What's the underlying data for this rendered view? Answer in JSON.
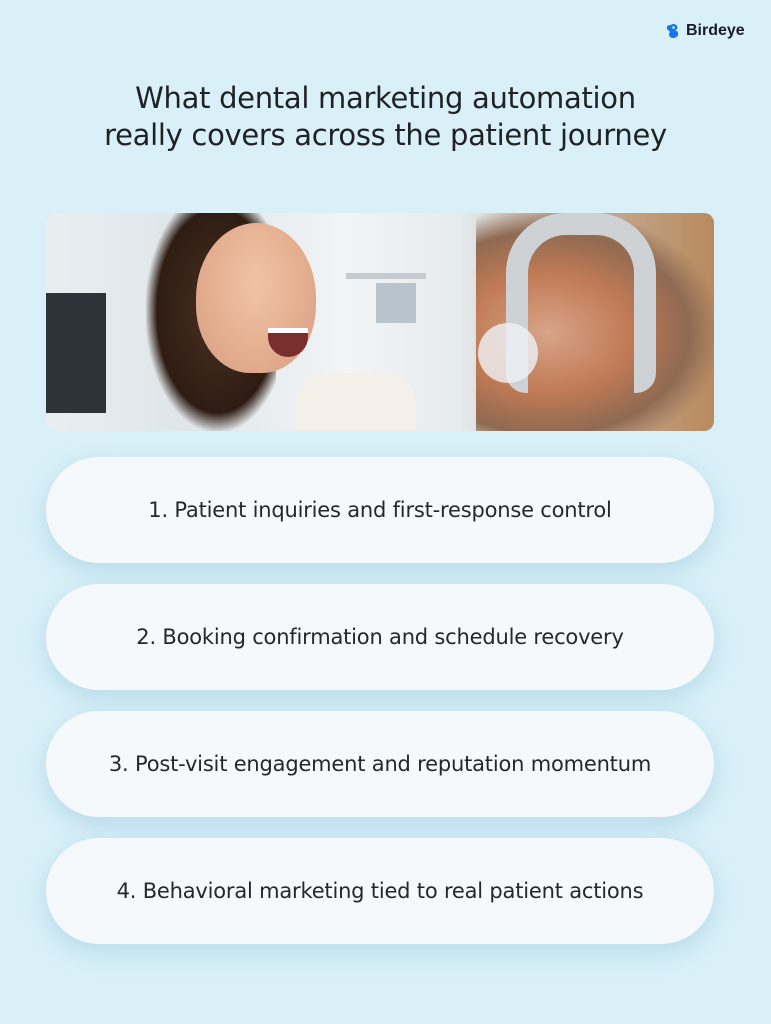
{
  "brand": {
    "name": "Birdeye",
    "color": "#1976e8"
  },
  "title": {
    "line1": "What dental marketing automation",
    "line2": "really covers across the patient journey"
  },
  "photo": {
    "icon": "dental-exam-photo"
  },
  "items": [
    {
      "label": "1. Patient inquiries and first-response control"
    },
    {
      "label": "2. Booking confirmation and schedule recovery"
    },
    {
      "label": "3. Post-visit engagement and reputation momentum"
    },
    {
      "label": "4. Behavioral marketing tied to real patient actions"
    }
  ]
}
